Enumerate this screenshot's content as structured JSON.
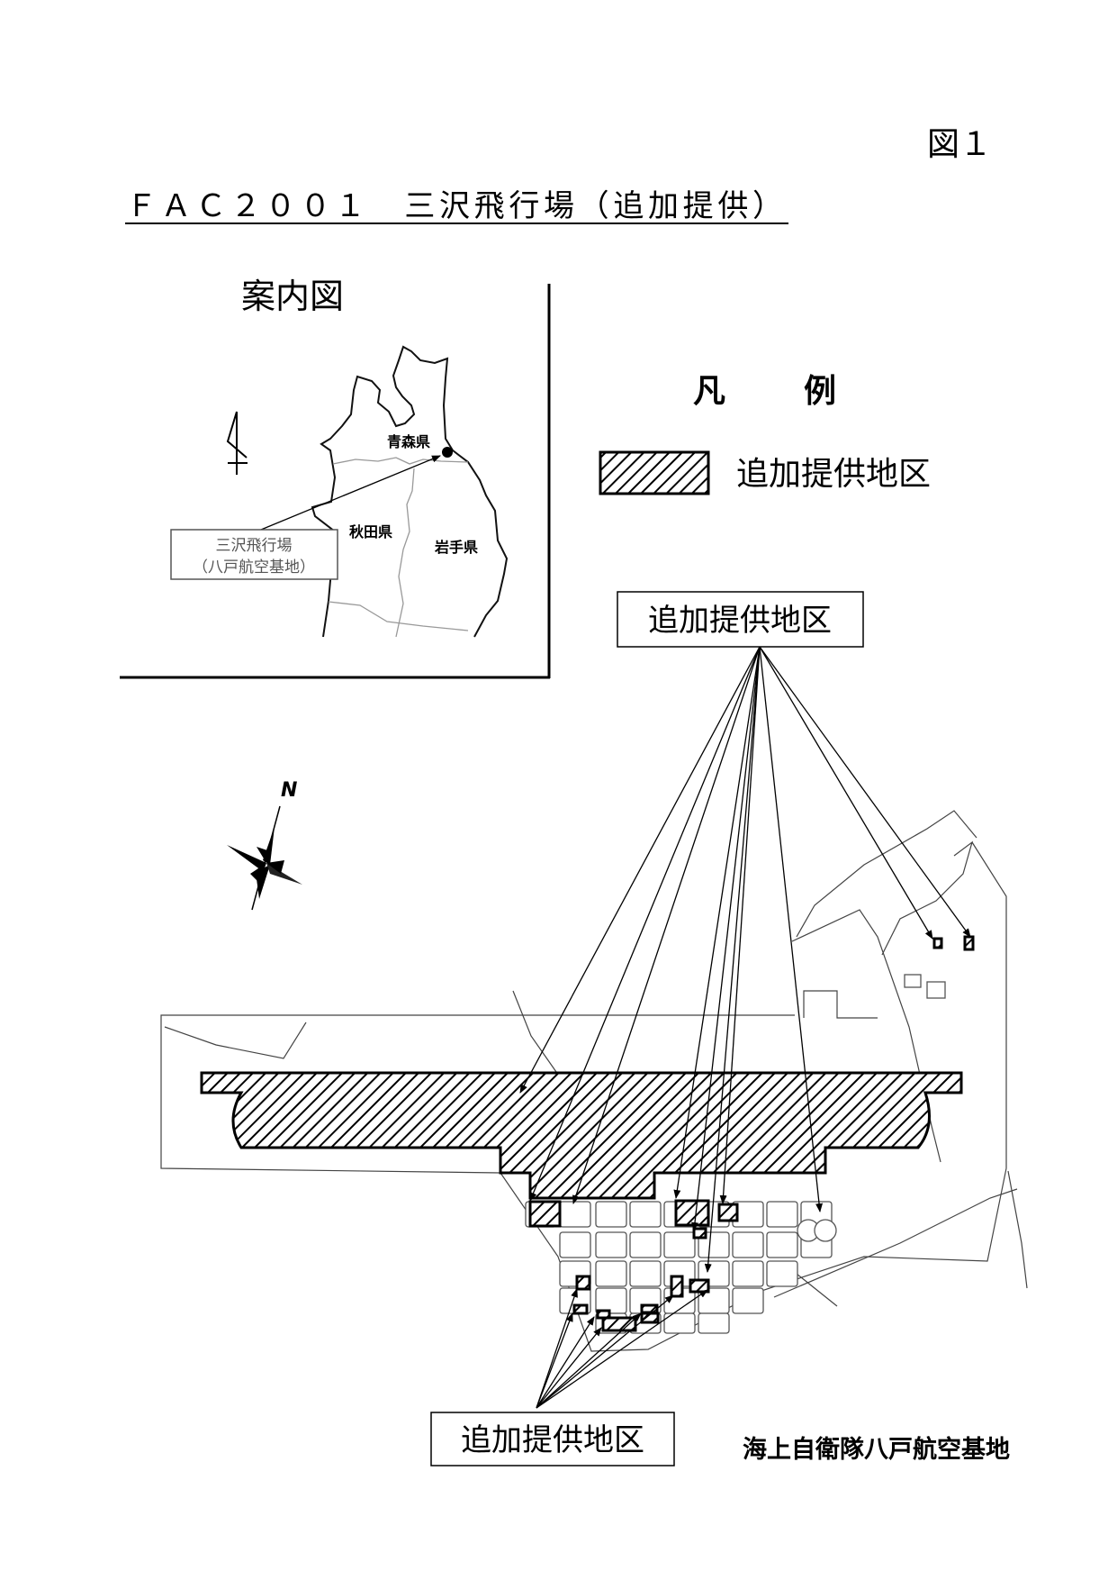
{
  "figure_label": "図１",
  "title": "ＦＡＣ２００１　三沢飛行場（追加提供）",
  "inset": {
    "heading": "案内図",
    "prefectures": [
      "青森県",
      "秋田県",
      "岩手県"
    ],
    "callout_line1": "三沢飛行場",
    "callout_line2": "（八戸航空基地）"
  },
  "legend": {
    "heading_1": "凡",
    "heading_2": "例",
    "item_label": "追加提供地区"
  },
  "main_map": {
    "north_label": "N",
    "callout_top": "追加提供地区",
    "callout_bottom": "追加提供地区",
    "base_name": "海上自衛隊八戸航空基地"
  },
  "colors": {
    "ink": "#000000",
    "border_gray": "#999999"
  }
}
